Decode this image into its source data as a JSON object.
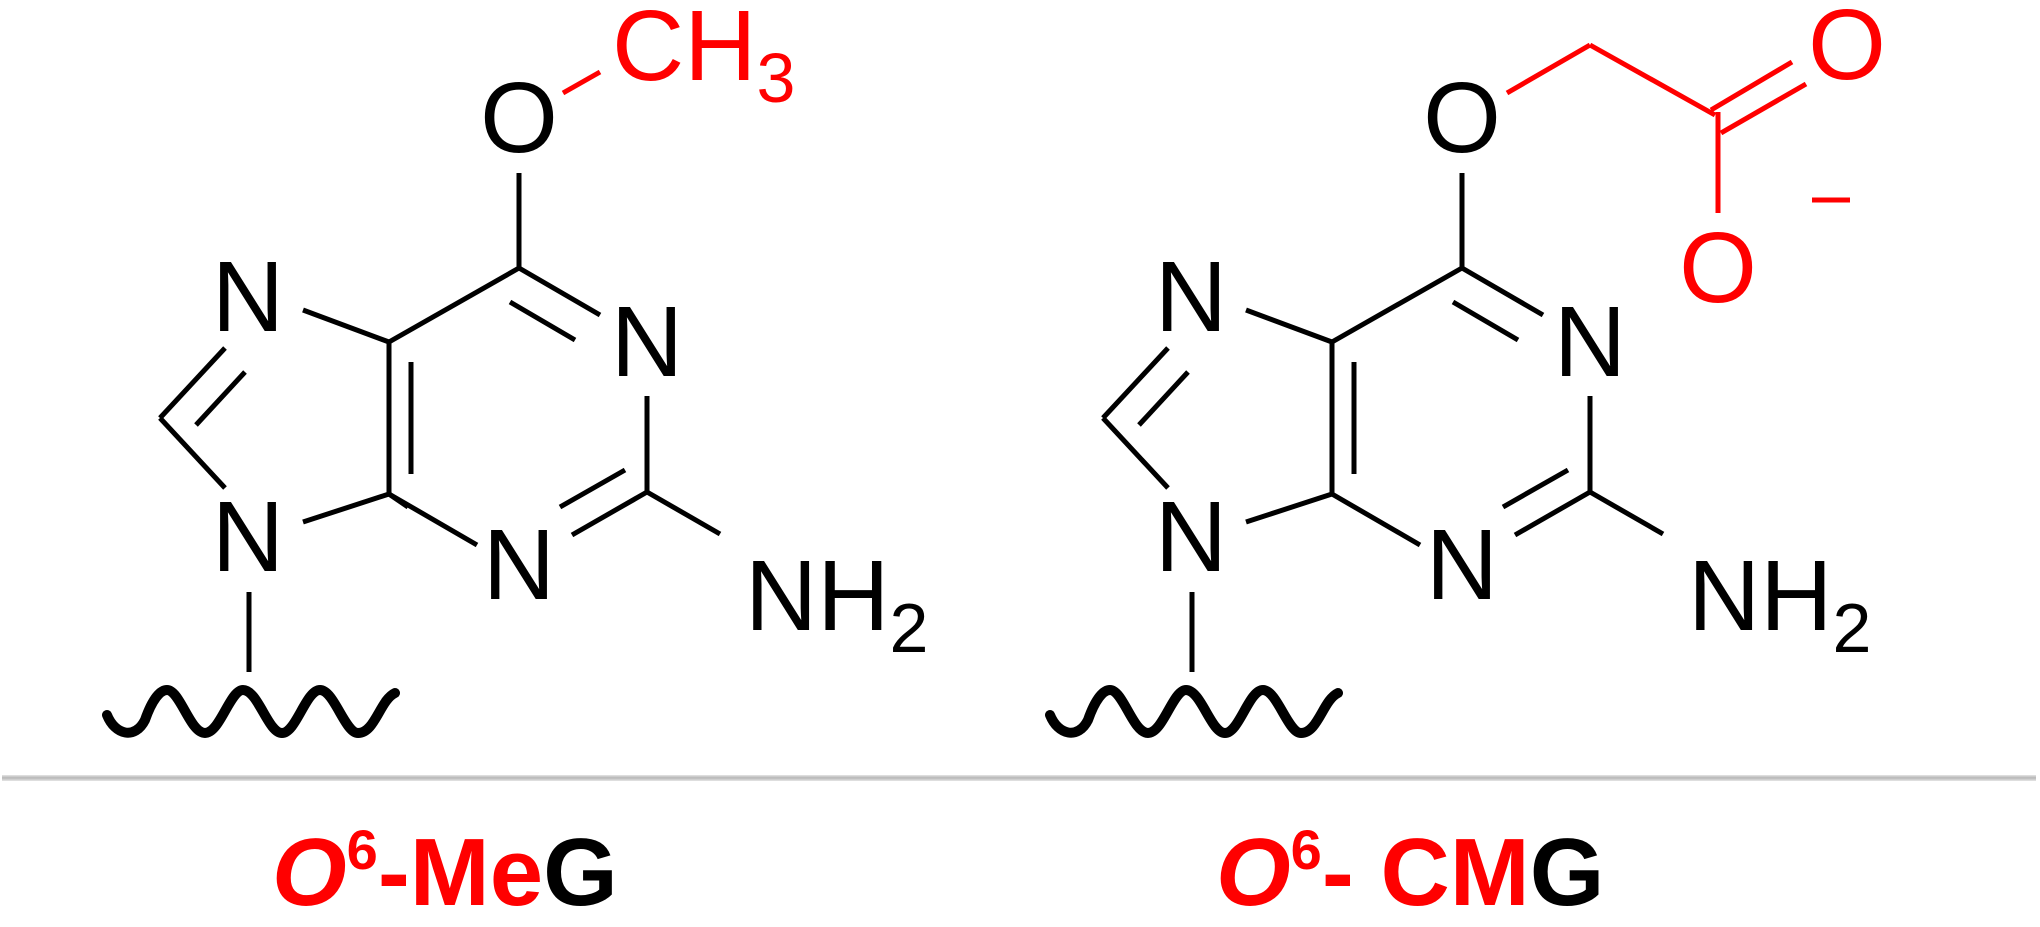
{
  "figure": {
    "colors": {
      "highlight": "#ff0000",
      "bond": "#000000",
      "divider": "#bcbcbc",
      "background": "#ffffff"
    },
    "molecules": [
      {
        "id": "o6-meg",
        "ring_atoms": {
          "N7": "N",
          "N1": "N",
          "N9": "N",
          "N3": "N",
          "O6": "O"
        },
        "amine": {
          "main": "NH",
          "sub": "2"
        },
        "substituent": {
          "methyl": {
            "main": "CH",
            "sub": "3"
          }
        },
        "caption": {
          "italic": "O",
          "superscript": "6",
          "red_text": "-Me",
          "black_text": "G"
        }
      },
      {
        "id": "o6-cmg",
        "ring_atoms": {
          "N7": "N",
          "N1": "N",
          "N9": "N",
          "N3": "N",
          "O6": "O"
        },
        "amine": {
          "main": "NH",
          "sub": "2"
        },
        "substituent": {
          "carbonyl_oxygen": "O",
          "carboxylate_oxygen": "O",
          "charge": "–"
        },
        "caption": {
          "italic": "O",
          "superscript": "6",
          "red_text": "- CM",
          "black_text": "G"
        }
      }
    ]
  }
}
